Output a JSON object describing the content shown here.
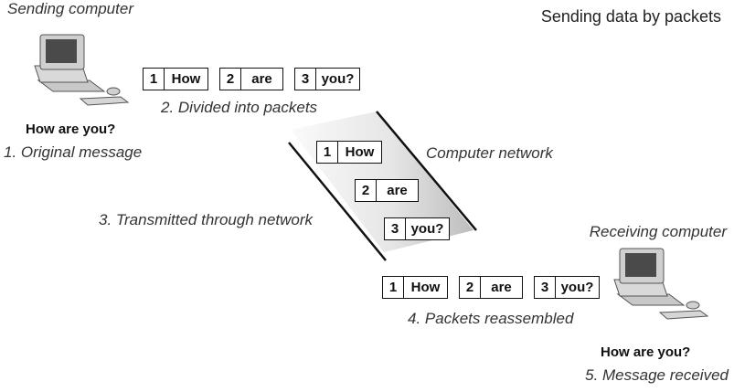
{
  "title": "Sending data by packets",
  "sender": {
    "label": "Sending computer",
    "message": "How are you?",
    "step": "1. Original message"
  },
  "divided": {
    "step": "2. Divided into packets",
    "packets": [
      {
        "num": "1",
        "word": "How"
      },
      {
        "num": "2",
        "word": "are"
      },
      {
        "num": "3",
        "word": "you?"
      }
    ]
  },
  "network": {
    "label": "Computer network",
    "step": "3. Transmitted through network",
    "packets": [
      {
        "num": "1",
        "word": "How"
      },
      {
        "num": "2",
        "word": "are"
      },
      {
        "num": "3",
        "word": "you?"
      }
    ]
  },
  "reassembled": {
    "step": "4. Packets reassembled",
    "packets": [
      {
        "num": "1",
        "word": "How"
      },
      {
        "num": "2",
        "word": "are"
      },
      {
        "num": "3",
        "word": "you?"
      }
    ]
  },
  "receiver": {
    "label": "Receiving computer",
    "message": "How are you?",
    "step": "5. Message received"
  },
  "colors": {
    "band_light": "#f4f4f4",
    "band_dark": "#bdbdbd",
    "line": "#111111",
    "computer_body": "#cfcfcf"
  }
}
